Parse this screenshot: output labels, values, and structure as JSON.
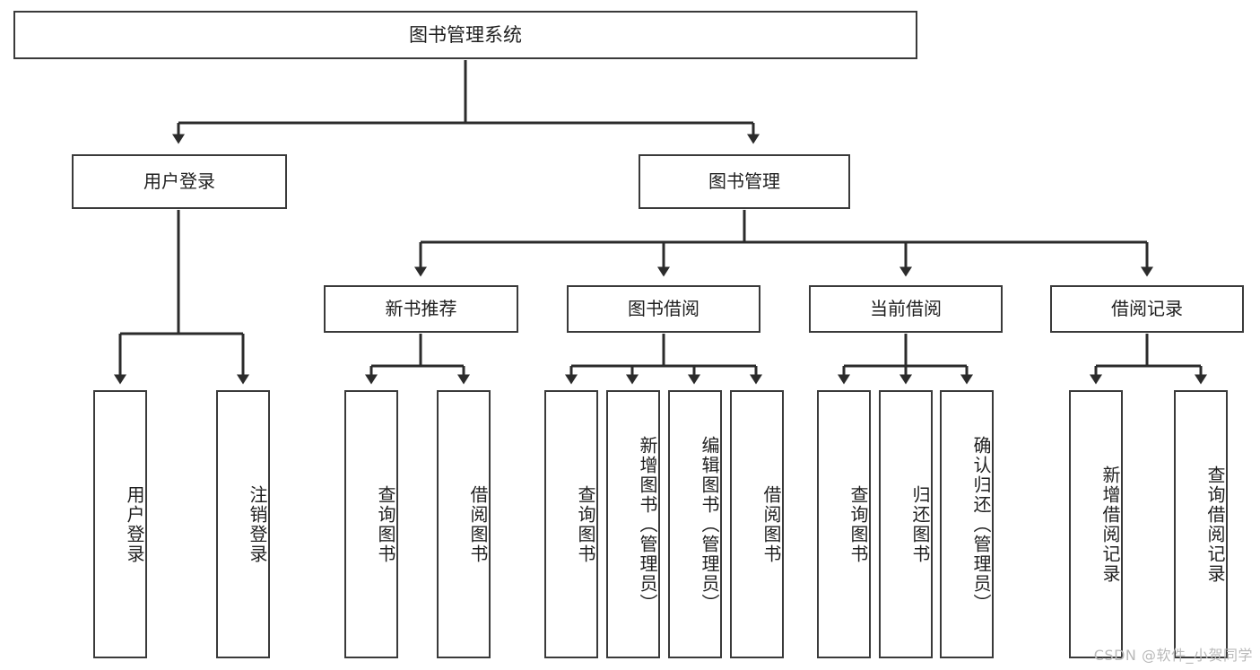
{
  "diagram": {
    "title": "图书管理系统",
    "type": "tree",
    "root": {
      "id": "root",
      "label": "图书管理系统",
      "orientation": "horizontal"
    },
    "level2": [
      {
        "id": "user-login",
        "label": "用户登录",
        "orientation": "horizontal"
      },
      {
        "id": "book-manage",
        "label": "图书管理",
        "orientation": "horizontal"
      }
    ],
    "level3": [
      {
        "id": "new-book-recommend",
        "label": "新书推荐",
        "orientation": "horizontal",
        "parent": "book-manage"
      },
      {
        "id": "book-borrow",
        "label": "图书借阅",
        "orientation": "horizontal",
        "parent": "book-manage"
      },
      {
        "id": "current-borrow",
        "label": "当前借阅",
        "orientation": "horizontal",
        "parent": "book-manage"
      },
      {
        "id": "borrow-record",
        "label": "借阅记录",
        "orientation": "horizontal",
        "parent": "book-manage"
      }
    ],
    "leaves": [
      {
        "id": "leaf-user-login",
        "label": "用户登录",
        "orientation": "vertical",
        "parent": "user-login"
      },
      {
        "id": "leaf-user-logout",
        "label": "注销登录",
        "orientation": "vertical",
        "parent": "user-login"
      },
      {
        "id": "leaf-query-book-1",
        "label": "查询图书",
        "orientation": "vertical",
        "parent": "new-book-recommend"
      },
      {
        "id": "leaf-borrow-book-1",
        "label": "借阅图书",
        "orientation": "vertical",
        "parent": "new-book-recommend"
      },
      {
        "id": "leaf-query-book-2",
        "label": "查询图书",
        "orientation": "vertical",
        "parent": "book-borrow"
      },
      {
        "id": "leaf-add-book",
        "label": "新增图书（管理员）",
        "orientation": "vertical",
        "parent": "book-borrow"
      },
      {
        "id": "leaf-edit-book",
        "label": "编辑图书（管理员）",
        "orientation": "vertical",
        "parent": "book-borrow"
      },
      {
        "id": "leaf-borrow-book-2",
        "label": "借阅图书",
        "orientation": "vertical",
        "parent": "book-borrow"
      },
      {
        "id": "leaf-query-book-3",
        "label": "查询图书",
        "orientation": "vertical",
        "parent": "current-borrow"
      },
      {
        "id": "leaf-return-book",
        "label": "归还图书",
        "orientation": "vertical",
        "parent": "current-borrow"
      },
      {
        "id": "leaf-confirm-return",
        "label": "确认归还（管理员）",
        "orientation": "vertical",
        "parent": "current-borrow"
      },
      {
        "id": "leaf-add-record",
        "label": "新增借阅记录",
        "orientation": "vertical",
        "parent": "borrow-record"
      },
      {
        "id": "leaf-query-record",
        "label": "查询借阅记录",
        "orientation": "vertical",
        "parent": "borrow-record"
      }
    ],
    "colors": {
      "border": "#3a3a3a",
      "fill": "#ffffff",
      "text": "#1f1f1f",
      "edge": "#2b2b2b",
      "watermark": "#b9b9b9"
    }
  },
  "watermark": {
    "text": "CSDN @软件_小贺同学"
  }
}
